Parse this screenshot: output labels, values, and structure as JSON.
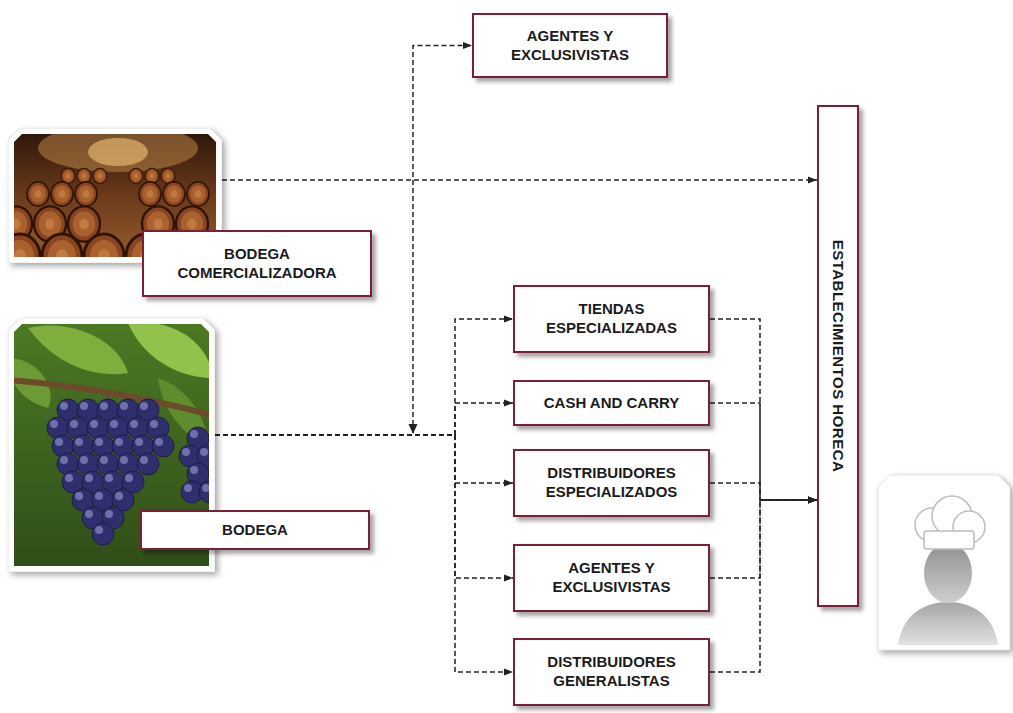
{
  "diagram": {
    "nodes": [
      {
        "text": [
          "AGENTES Y EXCLUSIVISTAS"
        ]
      },
      {
        "text": [
          "BODEGA COMERCIALIZADORA"
        ]
      },
      {
        "text": [
          "ESTABLECIMIENTOS HORECA"
        ]
      },
      {
        "text": [
          "BODEGA"
        ]
      },
      {
        "text": [
          "TIENDAS ESPECIALIZADAS"
        ]
      },
      {
        "text": [
          "CASH AND CARRY"
        ]
      },
      {
        "text": [
          "DISTRIBUIDORES ESPECIALIZADOS"
        ]
      },
      {
        "text": [
          "AGENTES Y EXCLUSIVISTAS"
        ]
      },
      {
        "text": [
          "DISTRIBUIDORES GENERALISTAS"
        ]
      }
    ],
    "edges": [
      {
        "from": 1,
        "to": 2,
        "arrow": "to"
      },
      {
        "from": 3,
        "to": 0,
        "arrow": "to"
      },
      {
        "from": 3,
        "to": 4,
        "arrow": "to"
      },
      {
        "from": 3,
        "to": 5,
        "arrow": "to"
      },
      {
        "from": 3,
        "to": 6,
        "arrow": "to"
      },
      {
        "from": 3,
        "to": 7,
        "arrow": "to"
      },
      {
        "from": 3,
        "to": 8,
        "arrow": "to"
      },
      {
        "from": 4,
        "to": 2,
        "arrow": "to"
      },
      {
        "from": 5,
        "to": 2,
        "arrow": "to"
      },
      {
        "from": 6,
        "to": 2,
        "arrow": "to"
      },
      {
        "from": 7,
        "to": 2,
        "arrow": "to"
      },
      {
        "from": 8,
        "to": 2,
        "arrow": "to"
      }
    ]
  }
}
